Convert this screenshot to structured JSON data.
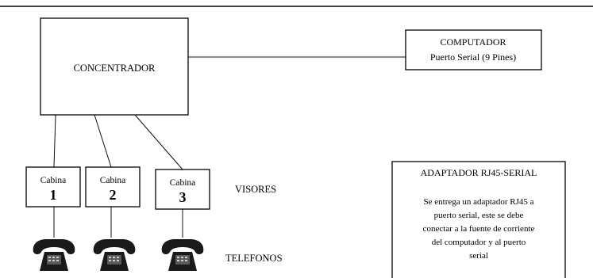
{
  "hub": {
    "label": "CONCENTRADOR"
  },
  "computer": {
    "title": "COMPUTADOR",
    "subtitle": "Puerto Serial (9 Pines)"
  },
  "cabins": [
    {
      "label": "Cabina",
      "number": "1"
    },
    {
      "label": "Cabina",
      "number": "2"
    },
    {
      "label": "Cabina",
      "number": "3"
    }
  ],
  "row_labels": {
    "viewers": "VISORES",
    "phones": "TELEFONOS"
  },
  "adapter_note": {
    "title": "ADAPTADOR RJ45-SERIAL",
    "lines": [
      "Se entrega un adaptador RJ45 a",
      "puerto serial, este se debe",
      "conectar a la fuente de corriente",
      "del computador y al puerto",
      "serial"
    ]
  },
  "icons": {
    "phone": "telephone-icon"
  }
}
